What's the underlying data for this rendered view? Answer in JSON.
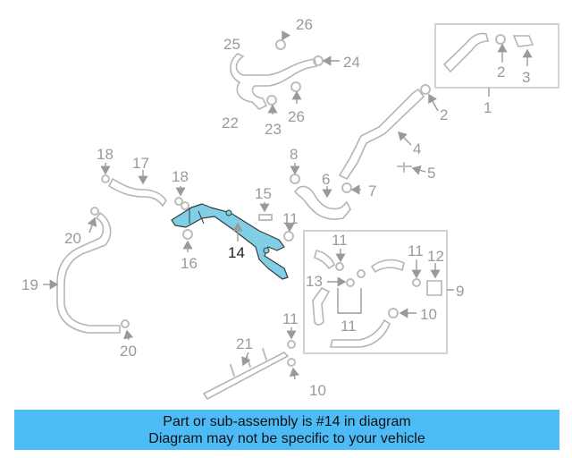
{
  "colors": {
    "banner_background": "#4dbcf6",
    "highlight_part": "#7fcfe6",
    "highlight_label": "#222222",
    "dim_label": "#9a9a9a",
    "part_outline": "#bdbdbd"
  },
  "callouts": [
    {
      "id": "c26a",
      "text": "26"
    },
    {
      "id": "c25",
      "text": "25"
    },
    {
      "id": "c24",
      "text": "24"
    },
    {
      "id": "c22",
      "text": "22"
    },
    {
      "id": "c23",
      "text": "23"
    },
    {
      "id": "c26b",
      "text": "26"
    },
    {
      "id": "c2a",
      "text": "2"
    },
    {
      "id": "c3",
      "text": "3"
    },
    {
      "id": "c1",
      "text": "1"
    },
    {
      "id": "c2b",
      "text": "2"
    },
    {
      "id": "c4",
      "text": "4"
    },
    {
      "id": "c5",
      "text": "5"
    },
    {
      "id": "c6",
      "text": "6"
    },
    {
      "id": "c7",
      "text": "7"
    },
    {
      "id": "c8",
      "text": "8"
    },
    {
      "id": "c18a",
      "text": "18"
    },
    {
      "id": "c17",
      "text": "17"
    },
    {
      "id": "c18b",
      "text": "18"
    },
    {
      "id": "c15",
      "text": "15"
    },
    {
      "id": "c11a",
      "text": "11"
    },
    {
      "id": "c14",
      "text": "14",
      "highlight": true
    },
    {
      "id": "c16",
      "text": "16"
    },
    {
      "id": "c20a",
      "text": "20"
    },
    {
      "id": "c19",
      "text": "19"
    },
    {
      "id": "c20b",
      "text": "20"
    },
    {
      "id": "c11b",
      "text": "11"
    },
    {
      "id": "c11c",
      "text": "11"
    },
    {
      "id": "c12",
      "text": "12"
    },
    {
      "id": "c13",
      "text": "13"
    },
    {
      "id": "c9",
      "text": "9"
    },
    {
      "id": "c11d",
      "text": "11"
    },
    {
      "id": "c10a",
      "text": "10"
    },
    {
      "id": "c11e",
      "text": "11"
    },
    {
      "id": "c21",
      "text": "21"
    },
    {
      "id": "c10b",
      "text": "10"
    }
  ],
  "banner": {
    "line1": "Part or sub-assembly is #14 in diagram",
    "line2": "Diagram may not be specific to your vehicle"
  }
}
